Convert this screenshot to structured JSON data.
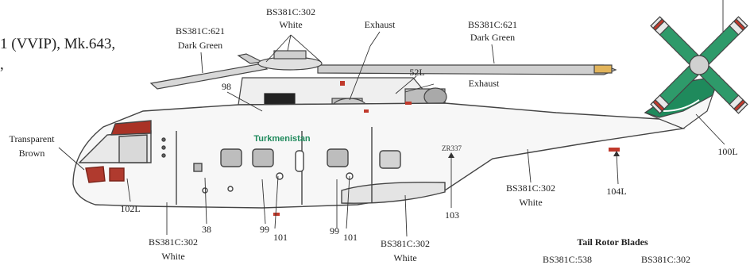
{
  "header_text": {
    "line1": "1 (VVIP), Mk.643,",
    "line2": ","
  },
  "labels": {
    "bs_white_top": "BS381C:302",
    "white_top": "White",
    "bs_dark_green_left": "BS381C:621",
    "dark_green_left": "Dark Green",
    "exhaust_top": "Exhaust",
    "bs_dark_green_right": "BS381C:621",
    "dark_green_right": "Dark Green",
    "transparent": "Transparent",
    "brown": "Brown",
    "exhaust_right": "Exhaust",
    "ref_98": "98",
    "ref_52l": "52L",
    "ref_102l": "102L",
    "ref_38": "38",
    "ref_99a": "99",
    "ref_101a": "101",
    "ref_99b": "99",
    "ref_101b": "101",
    "ref_103": "103",
    "ref_100l": "100L",
    "ref_104l": "104L",
    "bs_white_lower_left": "BS381C:302",
    "white_lower_left": "White",
    "bs_white_lower_mid": "BS381C:302",
    "white_lower_mid": "White",
    "bs_white_tailboom": "BS381C:302",
    "white_tailboom": "White",
    "tail_rotor_title": "Tail Rotor Blades",
    "bs_538": "BS381C:538",
    "bs_302_tail": "BS381C:302",
    "fuselage_name": "Turkmenistan",
    "serial": "ZR337"
  },
  "colors": {
    "dark_green": "#1f8a5c",
    "flag_red": "#c0392b",
    "transparent_brown": "#a93226",
    "outline": "#444444"
  }
}
